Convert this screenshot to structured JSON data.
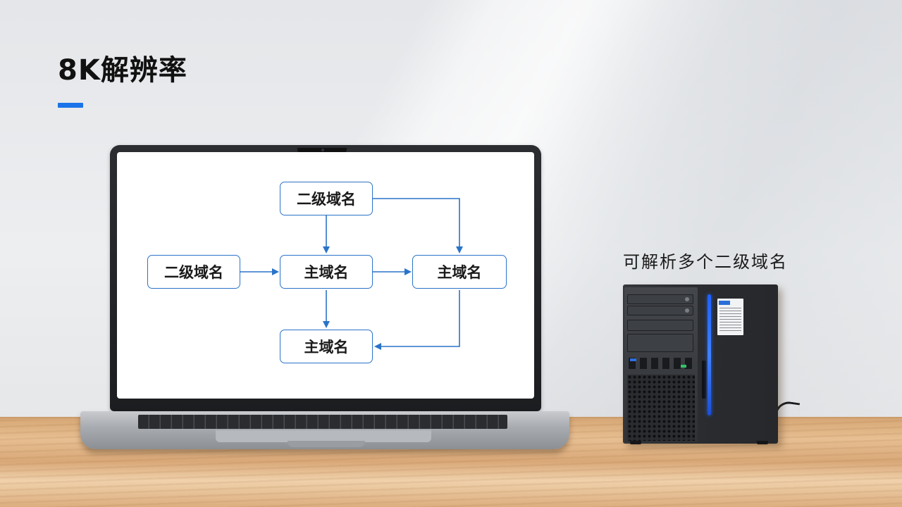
{
  "title": "8K解辨率",
  "colors": {
    "accent": "#1a73e8",
    "node_border": "#2a73c9",
    "arrow": "#2a73c9"
  },
  "diagram": {
    "nodes": {
      "top": "二级域名",
      "left": "二级域名",
      "center": "主域名",
      "right": "主域名",
      "bottom": "主域名"
    }
  },
  "server_caption": "可解析多个二级域名"
}
